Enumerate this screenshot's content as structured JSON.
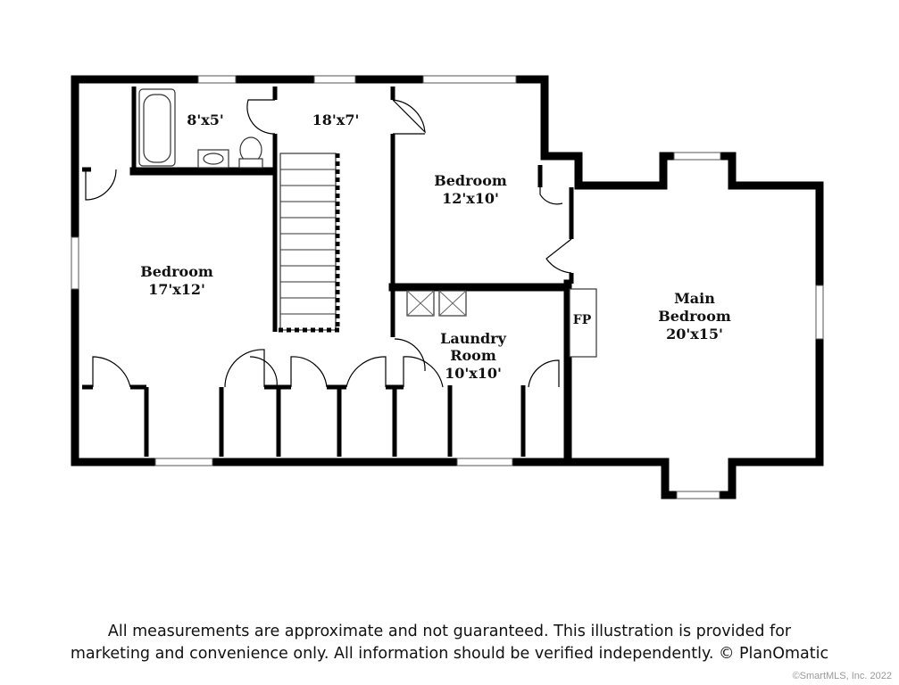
{
  "rooms": {
    "bath": {
      "size": "8'x5'"
    },
    "hall": {
      "size": "18'x7'"
    },
    "bedroom_left": {
      "name": "Bedroom",
      "size": "17'x12'"
    },
    "bedroom_mid": {
      "name": "Bedroom",
      "size": "12'x10'"
    },
    "laundry": {
      "name_line1": "Laundry",
      "name_line2": "Room",
      "size": "10'x10'"
    },
    "main_bedroom": {
      "name_line1": "Main",
      "name_line2": "Bedroom",
      "size": "20'x15'"
    },
    "fireplace": {
      "label": "FP"
    }
  },
  "disclaimer": {
    "line1": "All measurements are approximate and not guaranteed. This illustration is provided for",
    "line2": "marketing and convenience only. All information should be verified independently. © PlanOmatic"
  },
  "copyright": "©SmartMLS, Inc.  2022"
}
